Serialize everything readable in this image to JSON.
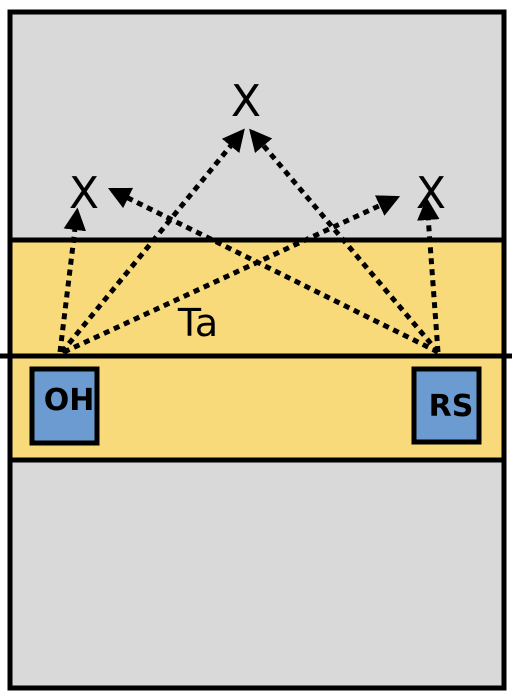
{
  "diagram": {
    "colors": {
      "court": "#d9d9d9",
      "zone": "#f9da7a",
      "player": "#6b9bd1",
      "line": "#000000"
    },
    "targets": [
      "X",
      "X",
      "X"
    ],
    "zone_label": "Ta",
    "players": {
      "left": "OH",
      "right": "RS"
    }
  }
}
